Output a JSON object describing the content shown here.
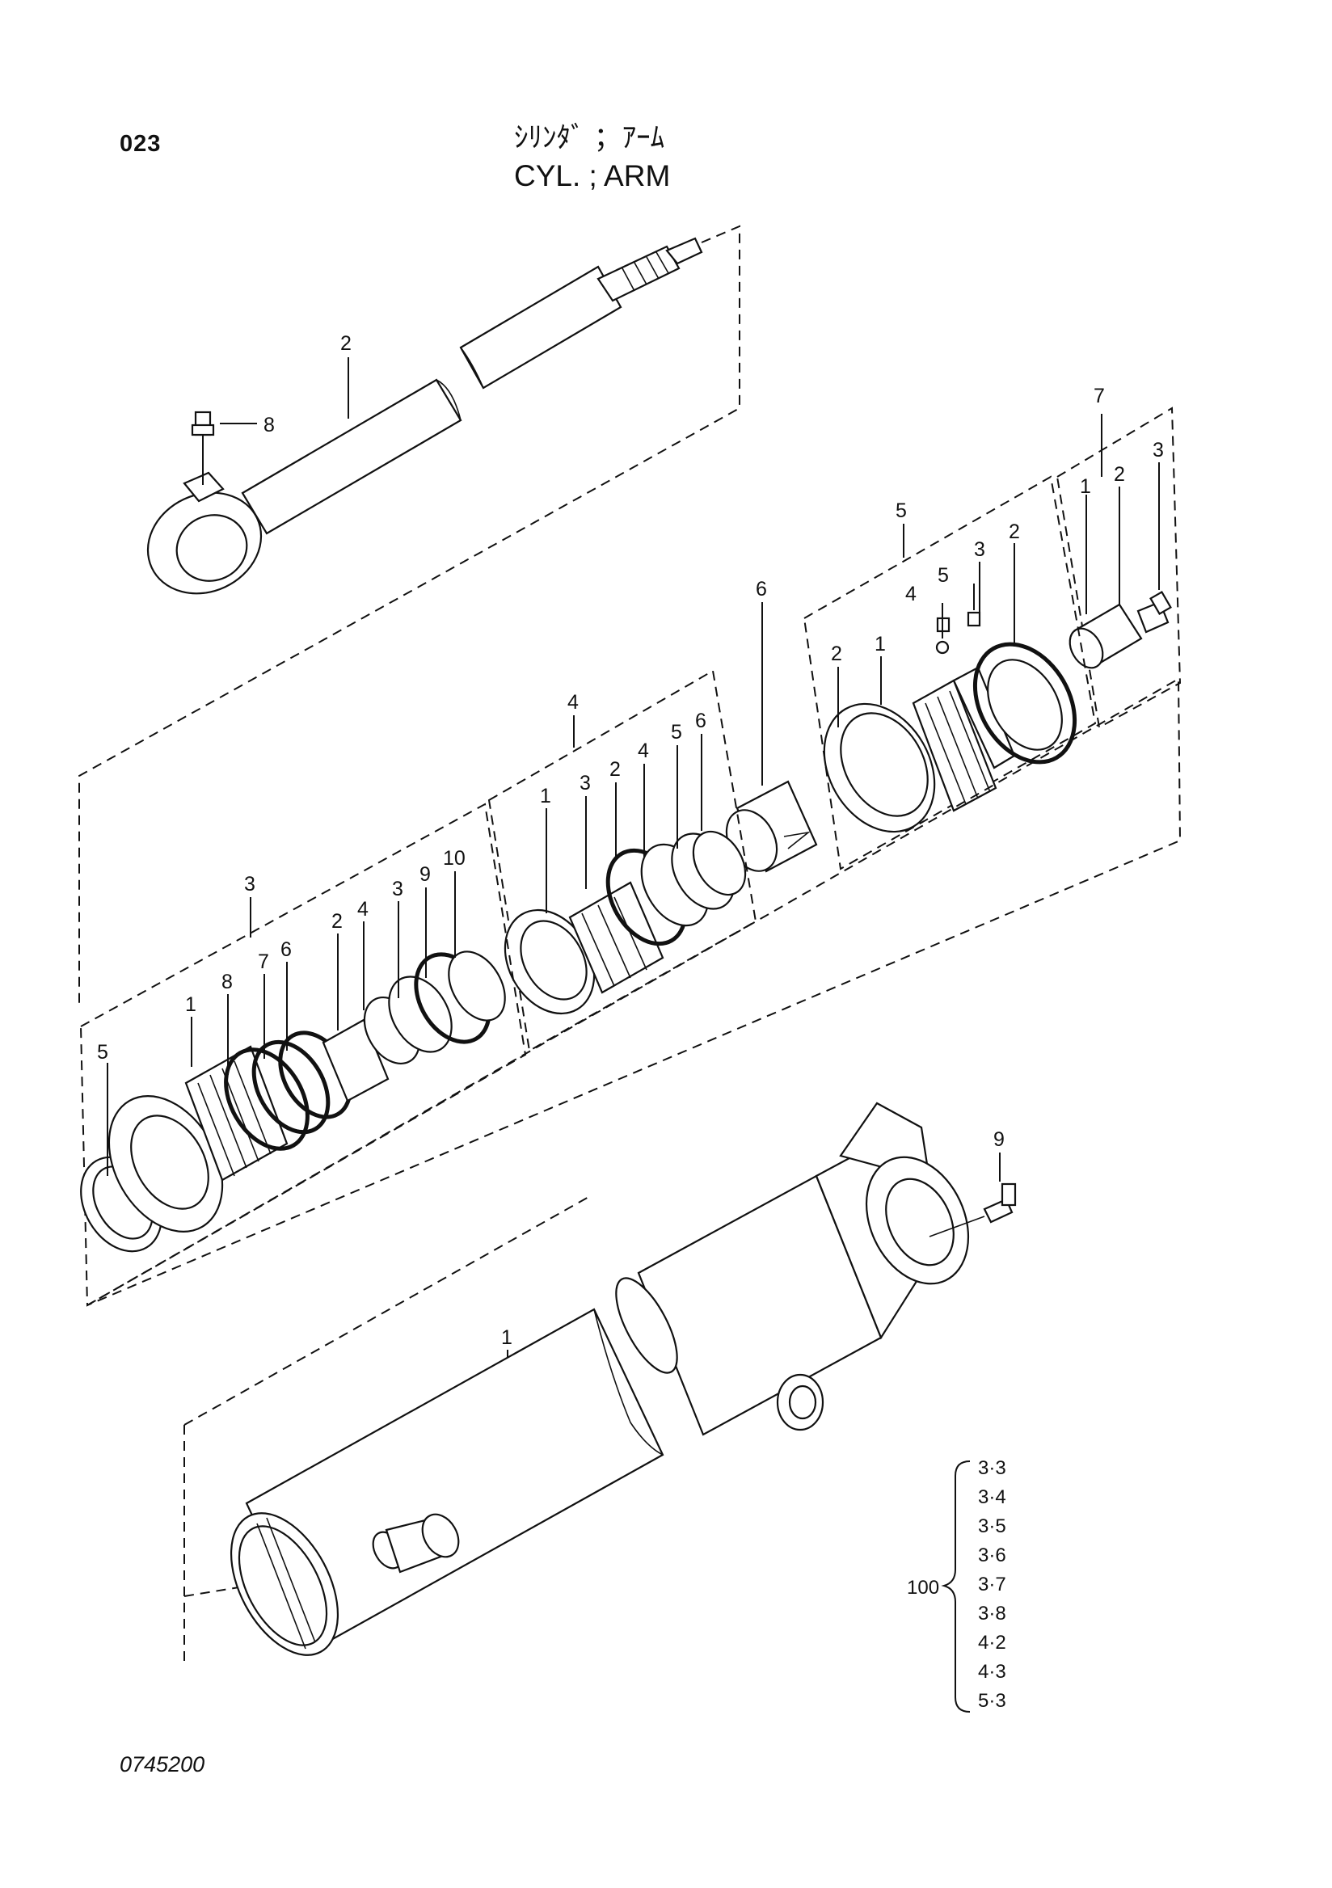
{
  "header": {
    "page_number": "023",
    "title_jp": "ｼﾘﾝﾀﾞ ；ｱｰﾑ",
    "title_en": "CYL. ; ARM"
  },
  "footer": {
    "drawing_number": "0745200"
  },
  "callouts": {
    "rod_2": "2",
    "rod_grease_8": "8",
    "group_7": "7",
    "g7_1": "1",
    "g7_2": "2",
    "g7_3": "3",
    "group_5": "5",
    "g5_2a": "2",
    "g5_1": "1",
    "g5_4": "4",
    "g5_5": "5",
    "g5_3": "3",
    "g5_2b": "2",
    "part_6": "6",
    "group_4": "4",
    "g4_1": "1",
    "g4_3": "3",
    "g4_2": "2",
    "g4_4": "4",
    "g4_5": "5",
    "g4_6": "6",
    "group_3": "3",
    "g3_5": "5",
    "g3_1": "1",
    "g3_8": "8",
    "g3_7": "7",
    "g3_6": "6",
    "g3_2": "2",
    "g3_4": "4",
    "g3_3": "3",
    "g3_9": "9",
    "g3_10": "10",
    "tube_1": "1",
    "tube_grease_9": "9"
  },
  "seal_kit": {
    "label": "100",
    "items": [
      "3·3",
      "3·4",
      "3·5",
      "3·6",
      "3·7",
      "3·8",
      "4·2",
      "4·3",
      "5·3"
    ]
  }
}
